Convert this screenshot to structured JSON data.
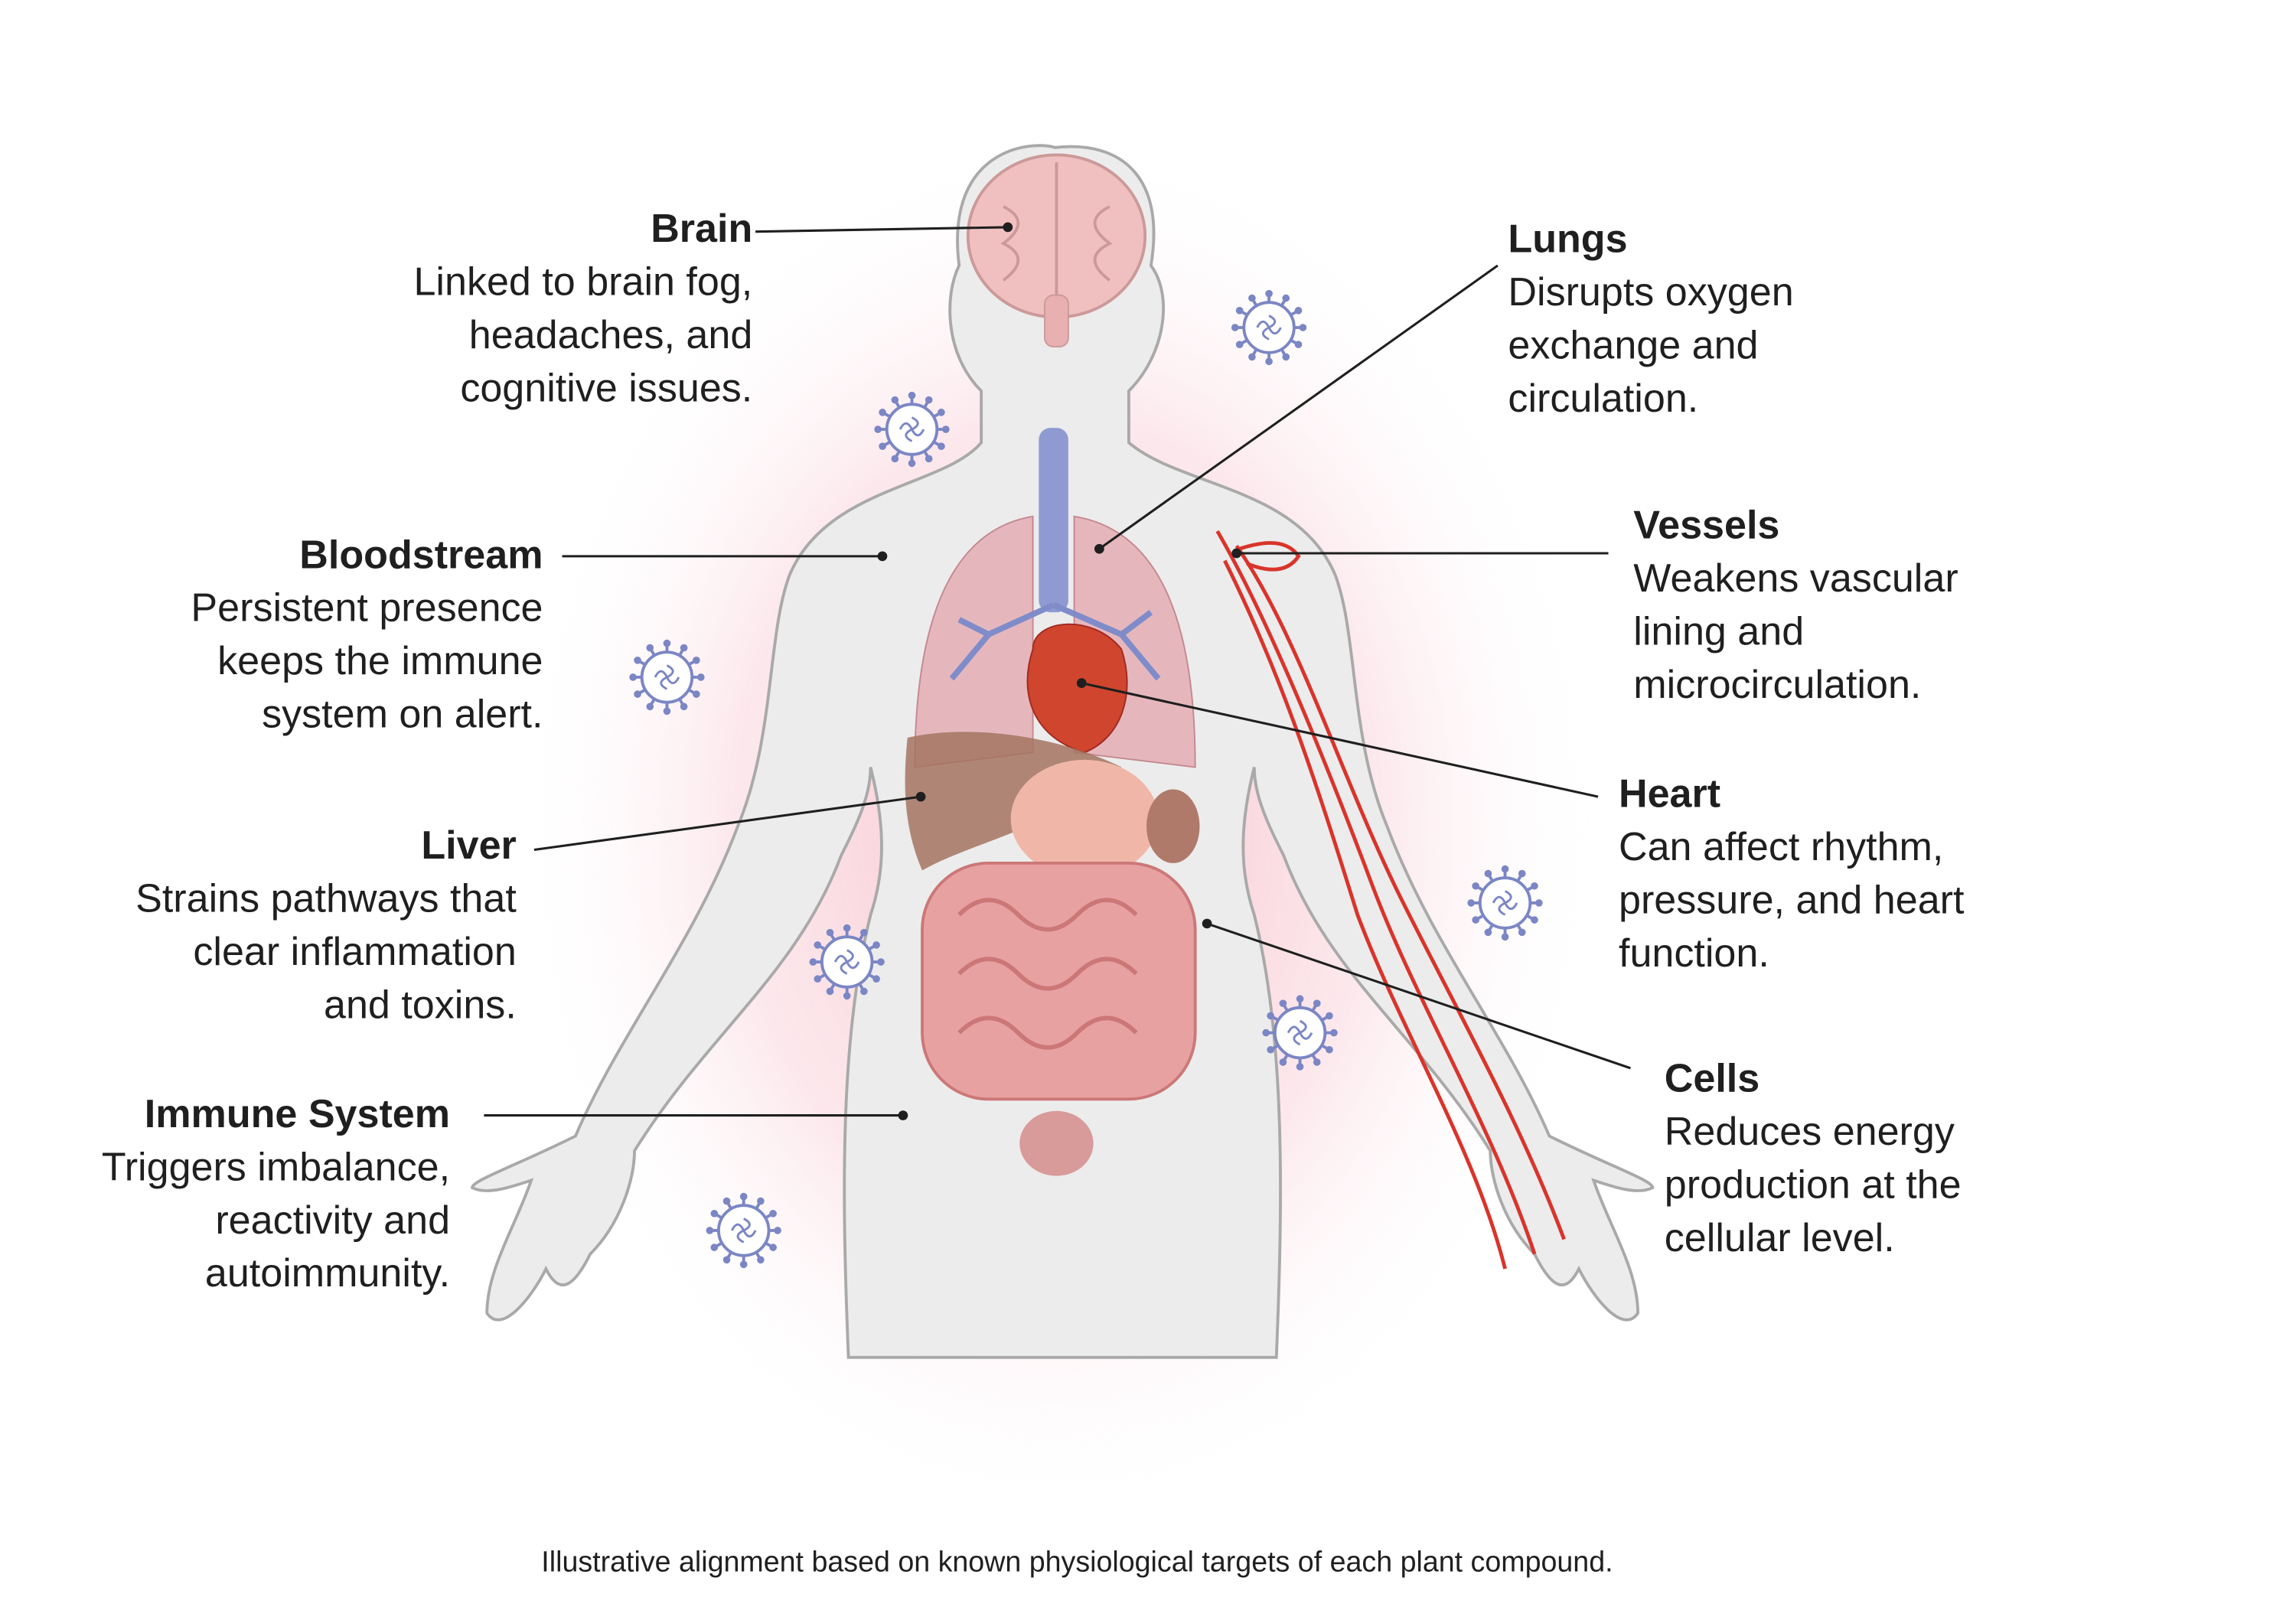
{
  "labels": {
    "brain": {
      "title": "Brain",
      "lines": [
        "Linked to brain fog,",
        "headaches, and",
        "cognitive issues."
      ]
    },
    "bloodstream": {
      "title": "Bloodstream",
      "lines": [
        "Persistent presence",
        "keeps the immune",
        "system on alert."
      ]
    },
    "liver": {
      "title": "Liver",
      "lines": [
        "Strains pathways that",
        "clear inflammation",
        "and toxins."
      ]
    },
    "immune": {
      "title": "Immune System",
      "lines": [
        "Triggers imbalance,",
        "reactivity and",
        "autoimmunity."
      ]
    },
    "lungs": {
      "title": "Lungs",
      "lines": [
        "Disrupts oxygen",
        "exchange and",
        "circulation."
      ]
    },
    "vessels": {
      "title": "Vessels",
      "lines": [
        "Weakens vascular",
        "lining and",
        "microcirculation."
      ]
    },
    "heart": {
      "title": "Heart",
      "lines": [
        "Can affect rhythm,",
        "pressure, and heart",
        "function."
      ]
    },
    "cells": {
      "title": "Cells",
      "lines": [
        "Reduces energy",
        "production at the",
        "cellular level."
      ]
    }
  },
  "caption": "Illustrative alignment based on known physiological targets of each plant compound.",
  "colors": {
    "glow": "#f7c9d2",
    "body": "#ececec",
    "virus": "#7b86c4",
    "vessel": "#d9342b",
    "organ": "#e9a8a8"
  }
}
